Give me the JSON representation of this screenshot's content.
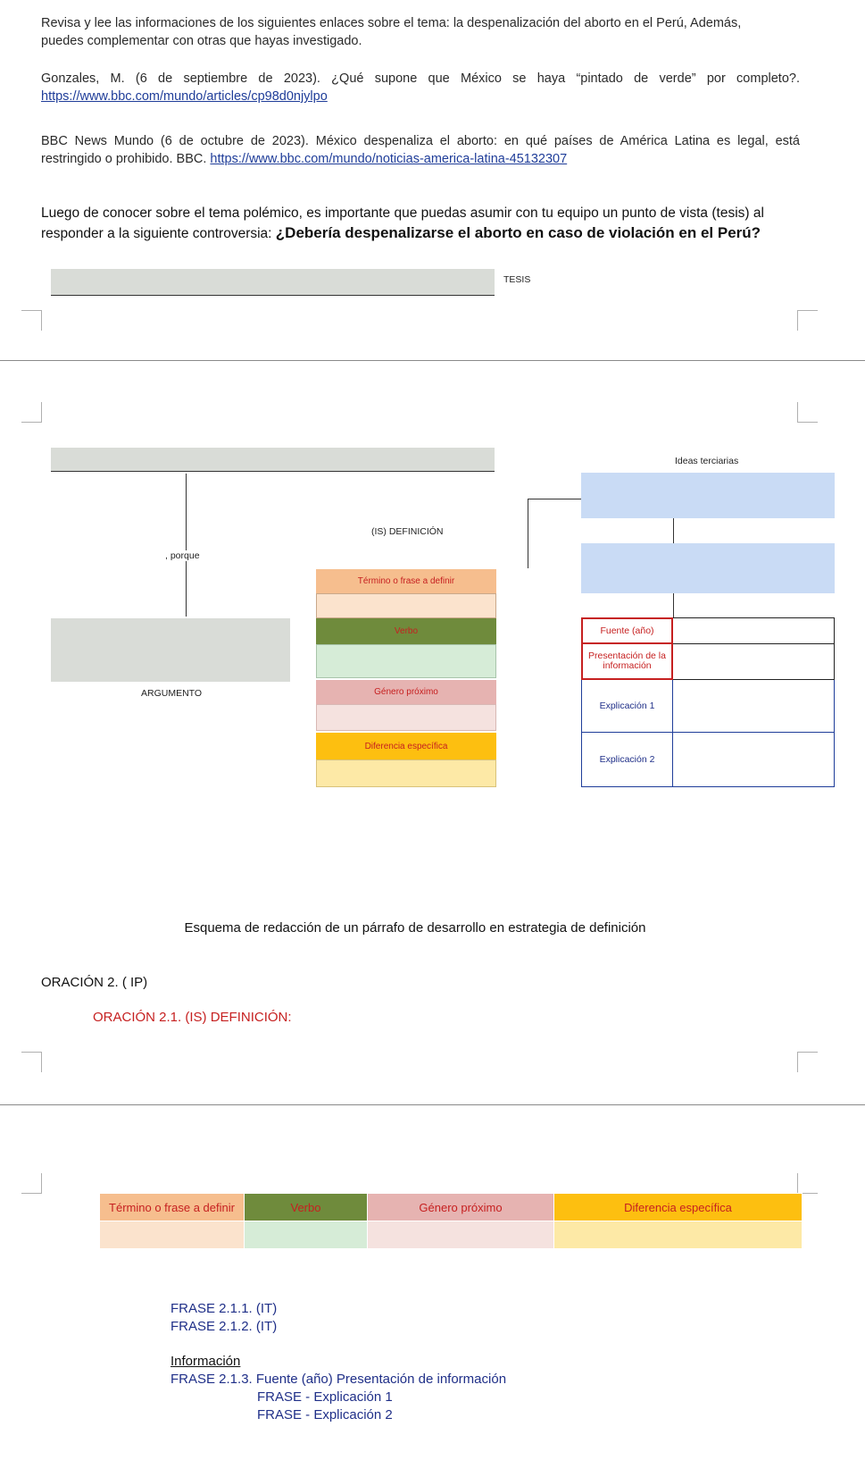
{
  "intro": {
    "line1": "Revisa y lee las informaciones de los siguientes enlaces sobre el tema: la despenalización del aborto en el Perú, Además,",
    "line2": "puedes complementar con otras que hayas investigado."
  },
  "ref1": {
    "text": "Gonzales, M. (6 de septiembre de 2023). ¿Qué supone que México se haya “pintado de verde” por completo?.",
    "url": "https://www.bbc.com/mundo/articles/cp98d0njylpo"
  },
  "ref2": {
    "text1": "BBC News Mundo (6 de octubre de 2023). México despenaliza el aborto: en qué países de América Latina es legal, está",
    "text2": "restringido o prohibido. BBC.",
    "url": "https://www.bbc.com/mundo/noticias-america-latina-45132307"
  },
  "question": {
    "line1": "Luego de conocer sobre el tema polémico, es importante que puedas asumir con tu equipo un punto de vista (tesis) al",
    "line2_lead": "responder a la siguiente controversia: ",
    "line2_bold": "¿Debería despenalizarse el aborto en caso de violación en el Perú?"
  },
  "tesis_label": "TESIS",
  "diagram": {
    "porque": ", porque",
    "argumento": "ARGUMENTO",
    "is_definicion": "(IS) DEFINICIÓN",
    "termino": "Término o frase a definir",
    "verbo": "Verbo",
    "genero": "Género próximo",
    "diferencia": "Diferencia específica",
    "ideas_terciarias": "Ideas terciarias",
    "fuente": "Fuente (año)",
    "presentacion": "Presentación de la información",
    "explicacion1": "Explicación 1",
    "explicacion2": "Explicación 2"
  },
  "caption": "Esquema de redacción de un párrafo de desarrollo en estrategia de definición",
  "oracion2": "ORACIÓN 2. ( IP)",
  "oracion21": "ORACIÓN 2.1. (IS) DEFINICIÓN:",
  "table": {
    "headers": [
      "Término o frase a definir",
      "Verbo",
      "Género próximo",
      "Diferencia específica"
    ]
  },
  "frases": {
    "f1": "FRASE 2.1.1. (IT)",
    "f2": "FRASE 2.1.2. (IT)",
    "info": "Información",
    "f3": "FRASE 2.1.3. Fuente (año) Presentación de información",
    "exp1": "FRASE - Explicación 1",
    "exp2": "FRASE - Explicación 2"
  },
  "colors": {
    "gray_fill": "#d9dcd7",
    "orange": "#f6be8e",
    "orange_light": "#fbe3cd",
    "green": "#6f8b3c",
    "green_light": "#d6ecd7",
    "pink": "#e6b3b1",
    "pink_light": "#f5e2df",
    "yellow": "#fdbf10",
    "yellow_light": "#fde9a6",
    "blue_light": "#c9dbf5",
    "red_text": "#c62020",
    "navy_text": "#1f2f88"
  }
}
